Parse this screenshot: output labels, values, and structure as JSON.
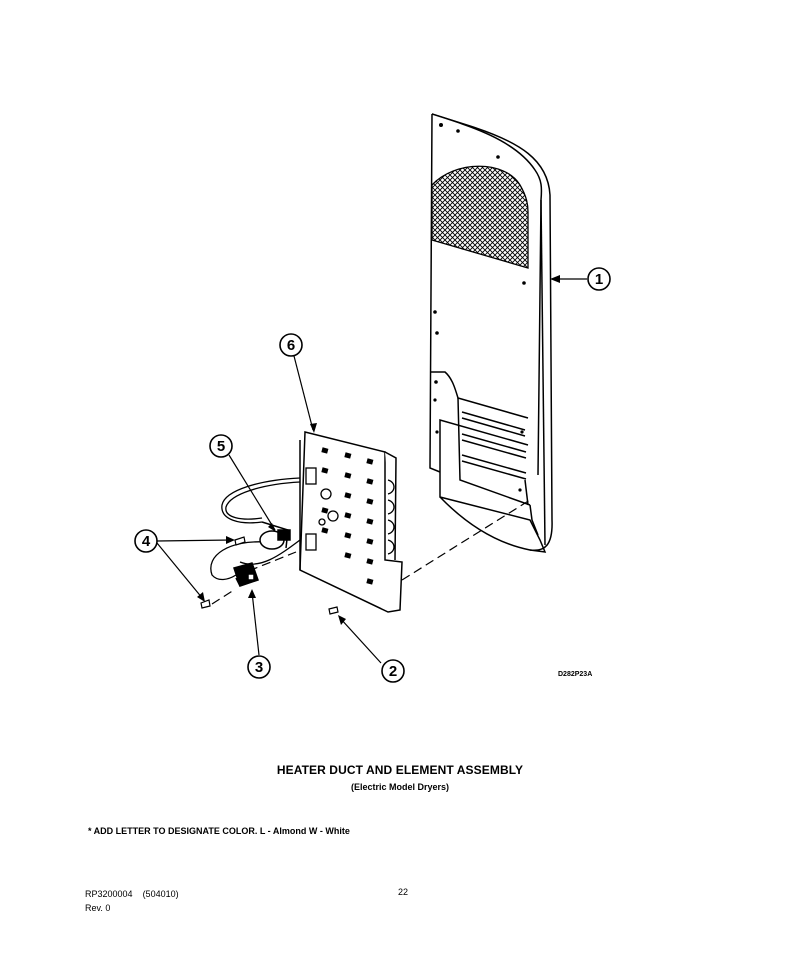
{
  "diagram": {
    "callouts": [
      "1",
      "2",
      "3",
      "4",
      "5",
      "6"
    ],
    "drawing_code": "D282P23A"
  },
  "title": "HEATER DUCT AND ELEMENT ASSEMBLY",
  "subtitle": "(Electric Model Dryers)",
  "note": "* ADD LETTER TO DESIGNATE COLOR.  L - Almond  W - White",
  "footer": {
    "doc_number": "RP3200004",
    "doc_code": "(504010)",
    "revision": "Rev. 0",
    "page_number": "22"
  }
}
